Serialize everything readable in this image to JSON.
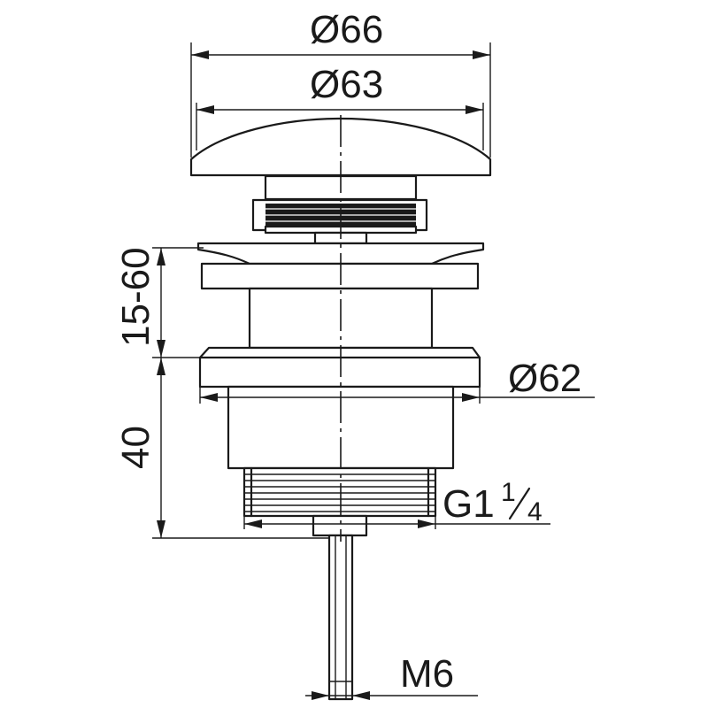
{
  "dimensions": {
    "top_cap_outer_diameter": "Ø66",
    "top_cap_inner_diameter": "Ø63",
    "flange_diameter": "Ø62",
    "adjustable_height": "15-60",
    "body_height": "40",
    "thread_size_main": "G1",
    "thread_size_sup": "1",
    "thread_size_sub": "4",
    "rod_thread": "M6"
  }
}
